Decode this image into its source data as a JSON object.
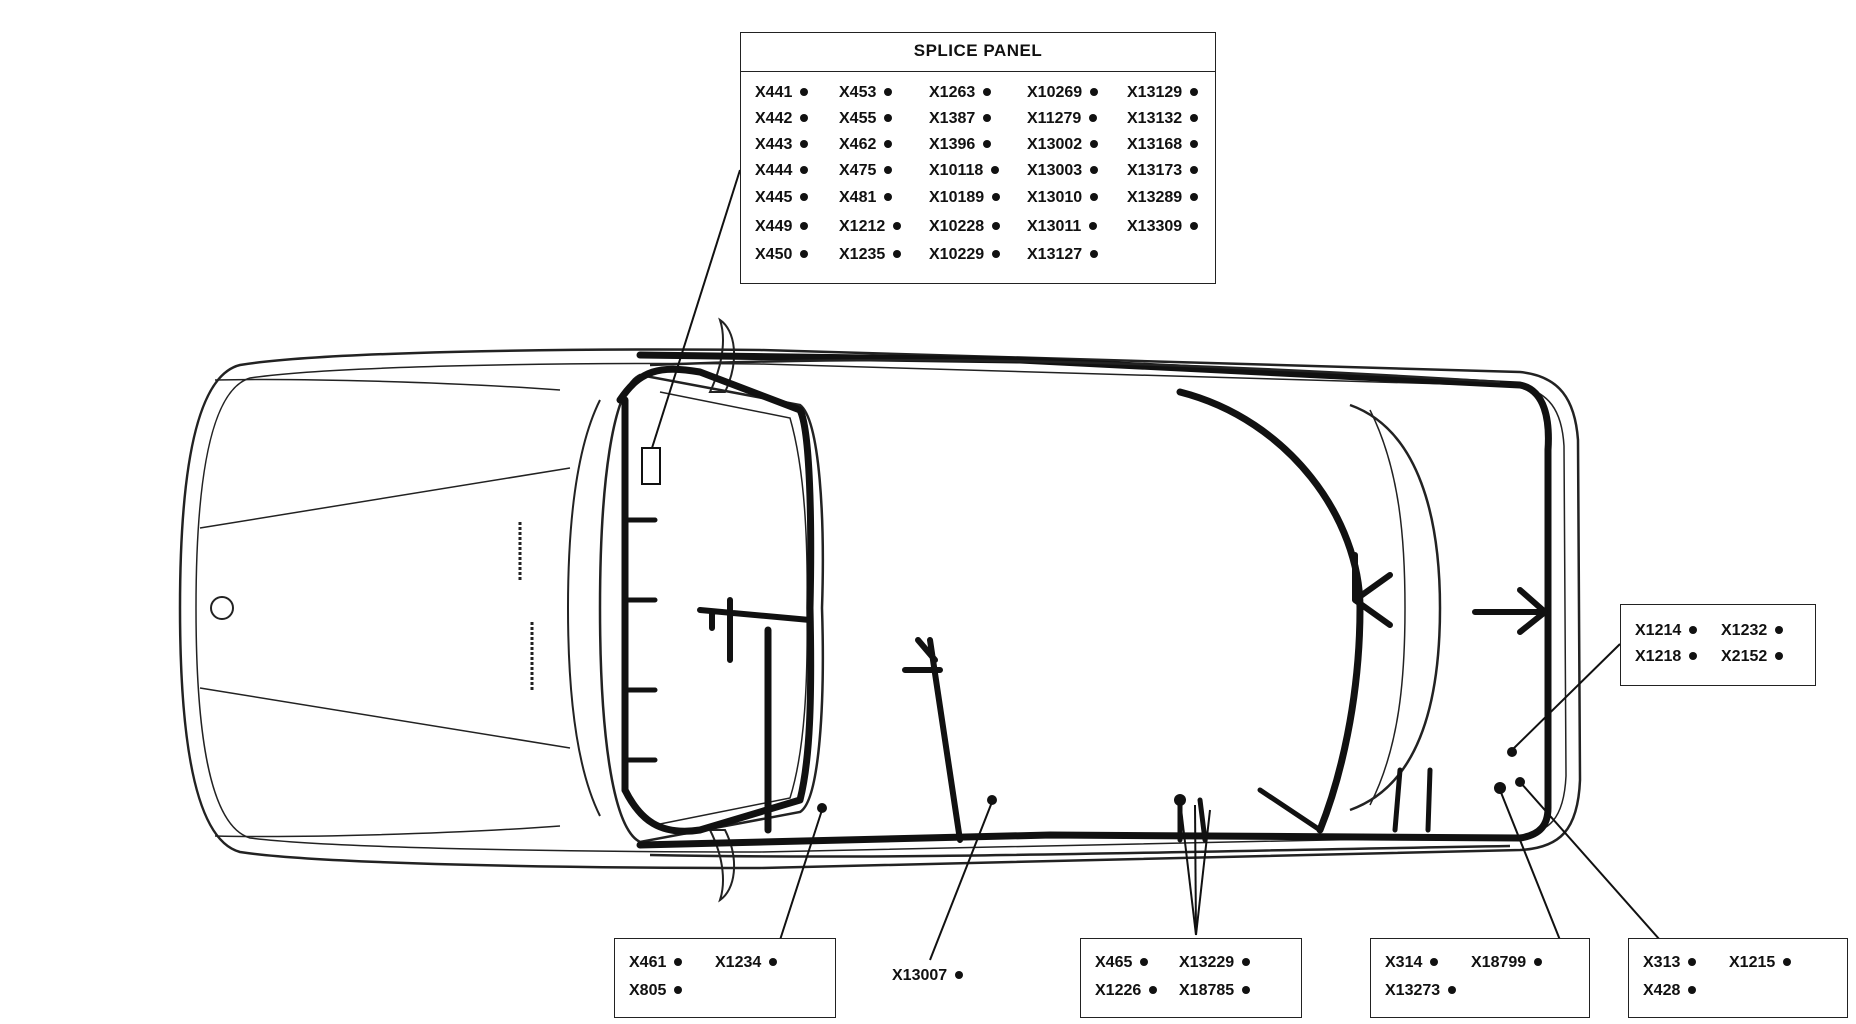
{
  "splice_panel": {
    "title": "SPLICE PANEL",
    "columns": [
      [
        "X441",
        "X442",
        "X443",
        "X444",
        "X445",
        "X449",
        "X450"
      ],
      [
        "X453",
        "X455",
        "X462",
        "X475",
        "X481",
        "X1212",
        "X1235"
      ],
      [
        "X1263",
        "X1387",
        "X1396",
        "X10118",
        "X10189",
        "X10228",
        "X10229"
      ],
      [
        "X10269",
        "X11279",
        "X13002",
        "X13003",
        "X13010",
        "X13011",
        "X13127"
      ],
      [
        "X13129",
        "X13132",
        "X13168",
        "X13173",
        "X13289",
        "X13309"
      ]
    ]
  },
  "callouts": {
    "right_mid": [
      "X1214",
      "X1232",
      "X1218",
      "X2152"
    ],
    "bottom_1": [
      "X461",
      "X1234",
      "X805"
    ],
    "bottom_2": [
      "X13007"
    ],
    "bottom_3": [
      "X465",
      "X13229",
      "X1226",
      "X18785"
    ],
    "bottom_4": [
      "X314",
      "X18799",
      "X13273"
    ],
    "bottom_5": [
      "X313",
      "X1215",
      "X428"
    ]
  },
  "colors": {
    "line": "#111111",
    "background": "#ffffff"
  }
}
